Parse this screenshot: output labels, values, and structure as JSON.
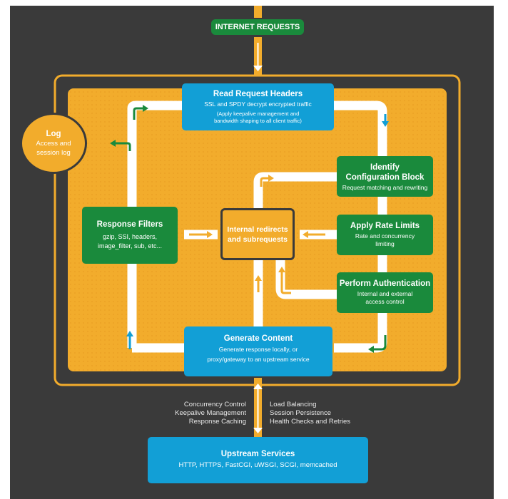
{
  "internet": {
    "label": "INTERNET REQUESTS"
  },
  "read_headers": {
    "title": "Read Request Headers",
    "line1": "SSL and SPDY decrypt encrypted traffic",
    "line2": "(Apply keepalive management and",
    "line3": "bandwidth shaping to all client traffic)"
  },
  "log": {
    "title": "Log",
    "line1": "Access and",
    "line2": "session log"
  },
  "identify": {
    "title1": "Identify",
    "title2": "Configuration Block",
    "sub": "Request matching and rewriting"
  },
  "rate_limits": {
    "title": "Apply Rate Limits",
    "line1": "Rate and concurrency",
    "line2": "limiting"
  },
  "auth": {
    "title": "Perform Authentication",
    "line1": "Internal and external",
    "line2": "access control"
  },
  "filters": {
    "title": "Response Filters",
    "line1": "gzip, SSI, headers,",
    "line2": "image_filter, sub, etc..."
  },
  "internal": {
    "title1": "Internal redirects",
    "title2": "and subrequests"
  },
  "generate": {
    "title": "Generate Content",
    "line1": "Generate response locally, or",
    "line2": "proxy/gateway to an upstream service"
  },
  "left_list": [
    "Concurrency Control",
    "Keepalive Management",
    "Response Caching"
  ],
  "right_list": [
    "Load Balancing",
    "Session Persistence",
    "Health Checks and Retries"
  ],
  "upstream": {
    "title": "Upstream Services",
    "sub": "HTTP, HTTPS, FastCGI, uWSGI, SCGI, memcached"
  },
  "colors": {
    "background": "#3a3a3a",
    "orange": "#f2ac2c",
    "blue": "#129fd6",
    "green": "#1a8a3c",
    "arrow_green": "#1a8a3c",
    "arrow_blue": "#129fd6"
  }
}
